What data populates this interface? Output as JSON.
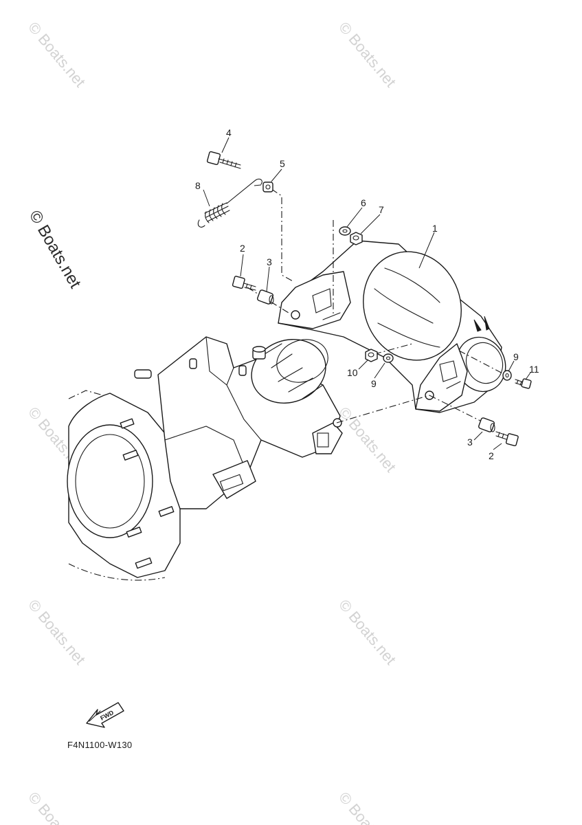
{
  "diagram": {
    "drawing_code": "F4N1100-W130",
    "fwd_label": "FWD",
    "watermark": "© Boats.net",
    "callouts": {
      "c1": "1",
      "c2a": "2",
      "c2b": "2",
      "c3a": "3",
      "c3b": "3",
      "c4": "4",
      "c5": "5",
      "c6": "6",
      "c7": "7",
      "c8": "8",
      "c9a": "9",
      "c9b": "9",
      "c10": "10",
      "c11": "11"
    }
  }
}
